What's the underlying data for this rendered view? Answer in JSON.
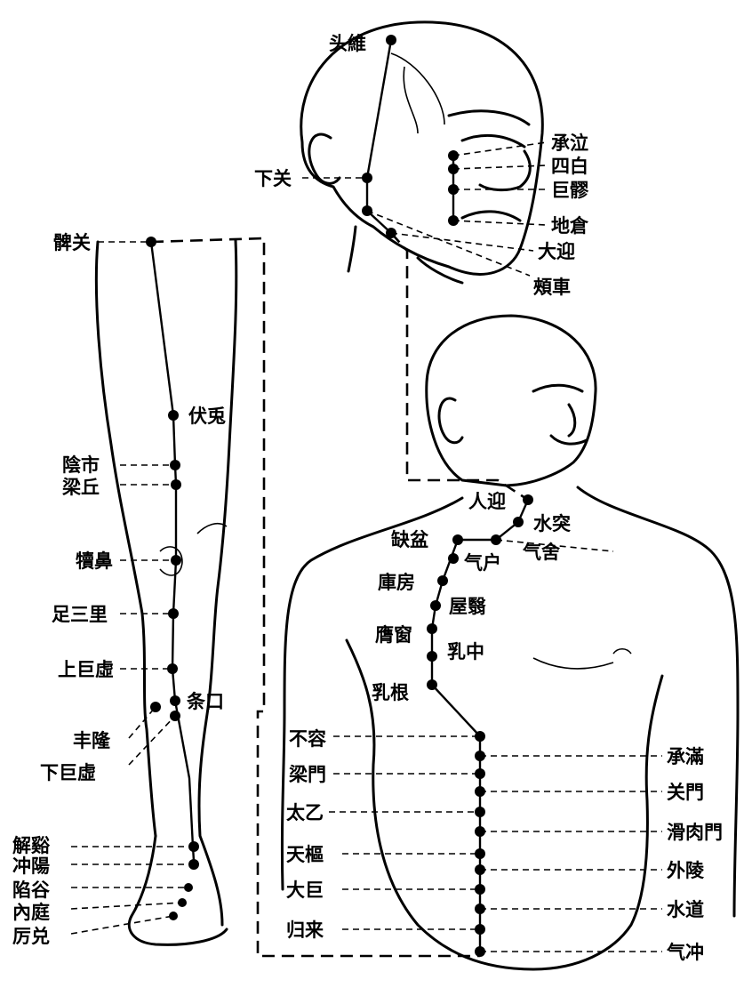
{
  "head": {
    "touwei": "头維",
    "xiaguan": "下关",
    "chengqi": "承泣",
    "sibai": "四白",
    "juliao": "巨髎",
    "dicang": "地倉",
    "daying": "大迎",
    "jiache": "頰車"
  },
  "leg": {
    "biguan": "髀关",
    "futu": "伏兎",
    "yinshi": "陰市",
    "liangqiu": "梁丘",
    "dubi": "犢鼻",
    "zusanli": "足三里",
    "shangjuxu": "上巨虛",
    "tiaokou": "条口",
    "fenglong": "丰隆",
    "xiajuxu": "下巨虛",
    "jiexi": "解谿",
    "chongyang": "冲陽",
    "xiangu": "陷谷",
    "neiting": "內庭",
    "lidui": "厉兑"
  },
  "torso": {
    "renying": "人迎",
    "shuitu": "水突",
    "quepen": "缺盆",
    "qishe": "气舍",
    "qihu": "气户",
    "kufang": "庫房",
    "wuyi": "屋翳",
    "yingchuang": "膺窗",
    "ruzhong": "乳中",
    "rugen": "乳根",
    "burong": "不容",
    "chengman": "承滿",
    "liangmen": "梁門",
    "guanmen": "关門",
    "taiyi": "太乙",
    "huaroumen": "滑肉門",
    "tianshu": "天樞",
    "wailing": "外陵",
    "daju": "大巨",
    "shuidao": "水道",
    "guilai": "归来",
    "qichong": "气冲"
  }
}
